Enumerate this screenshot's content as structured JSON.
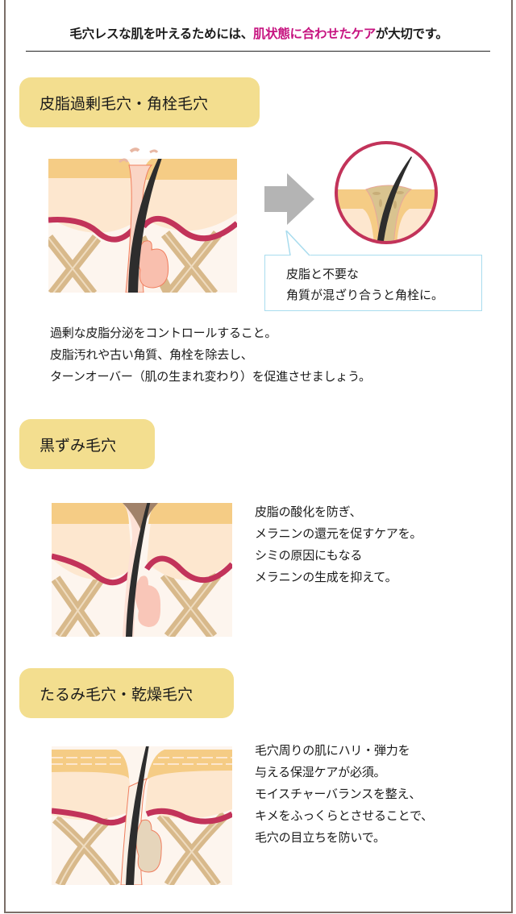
{
  "intro": {
    "prefix": "毛穴レスな肌を叶えるためには、",
    "highlight": "肌状態に合わせたケア",
    "suffix": "が大切です。",
    "highlight_color": "#c6127f"
  },
  "sections": [
    {
      "title": "皮脂過剰毛穴・角栓毛穴",
      "callout": [
        "皮脂と不要な",
        "角質が混ざり合うと角栓に。"
      ],
      "description": [
        "過剰な皮脂分泌をコントロールすること。",
        "皮脂汚れや古い角質、角栓を除去し、",
        "ターンオーバー（肌の生まれ変わり）を促進させましょう。"
      ]
    },
    {
      "title": "黒ずみ毛穴",
      "description": [
        "皮脂の酸化を防ぎ、",
        "メラニンの還元を促すケアを。",
        "シミの原因にもなる",
        "メラニンの生成を抑えて。"
      ]
    },
    {
      "title": "たるみ毛穴・乾燥毛穴",
      "description": [
        "毛穴周りの肌にハリ・弾力を",
        "与える保湿ケアが必須。",
        "モイスチャーバランスを整え、",
        "キメをふっくらとさせることで、",
        "毛穴の目立ちを防いで。"
      ]
    }
  ],
  "colors": {
    "label_bg": "#f3de8f",
    "frame": "#7a6e68",
    "dermis_line": "#c2335a",
    "epidermis": "#f5cc85",
    "skin": "#fde7cf",
    "collagen": "#d8b98b"
  }
}
